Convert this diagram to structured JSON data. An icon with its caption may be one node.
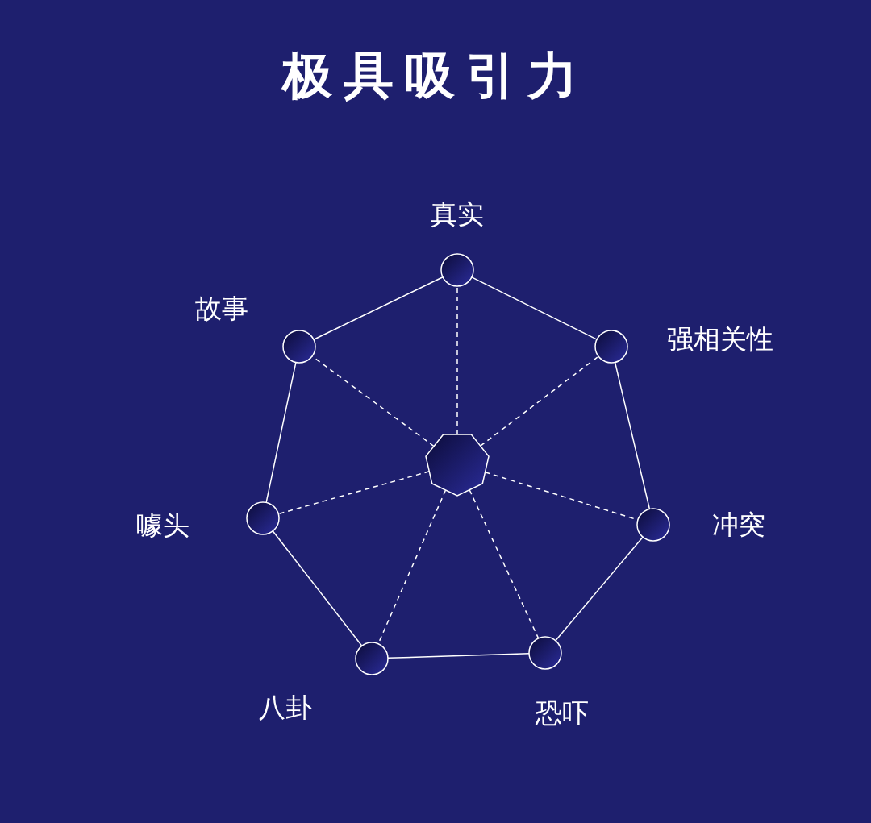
{
  "diagram": {
    "title": "极具吸引力",
    "nodes": [
      {
        "text": [],
        "shape": "circle",
        "beside": [
          "真实"
        ]
      },
      {
        "text": [],
        "shape": "circle",
        "beside": [
          "强相关性"
        ]
      },
      {
        "text": [],
        "shape": "circle",
        "beside": [
          "冲突"
        ]
      },
      {
        "text": [],
        "shape": "circle",
        "beside": [
          "恐吓"
        ]
      },
      {
        "text": [],
        "shape": "circle",
        "beside": [
          "八卦"
        ]
      },
      {
        "text": [],
        "shape": "circle",
        "beside": [
          "噱头"
        ]
      },
      {
        "text": [],
        "shape": "circle",
        "beside": [
          "故事"
        ]
      },
      {
        "text": [],
        "shape": "heptagon"
      }
    ],
    "edges": [
      {
        "from": 0,
        "to": 1,
        "arrow": "none"
      },
      {
        "from": 1,
        "to": 2,
        "arrow": "none"
      },
      {
        "from": 2,
        "to": 3,
        "arrow": "none"
      },
      {
        "from": 3,
        "to": 4,
        "arrow": "none"
      },
      {
        "from": 4,
        "to": 5,
        "arrow": "none"
      },
      {
        "from": 5,
        "to": 6,
        "arrow": "none"
      },
      {
        "from": 6,
        "to": 0,
        "arrow": "none"
      },
      {
        "from": 7,
        "to": 0,
        "arrow": "none",
        "style": "dashed"
      },
      {
        "from": 7,
        "to": 1,
        "arrow": "none",
        "style": "dashed"
      },
      {
        "from": 7,
        "to": 2,
        "arrow": "none",
        "style": "dashed"
      },
      {
        "from": 7,
        "to": 3,
        "arrow": "none",
        "style": "dashed"
      },
      {
        "from": 7,
        "to": 4,
        "arrow": "none",
        "style": "dashed"
      },
      {
        "from": 7,
        "to": 5,
        "arrow": "none",
        "style": "dashed"
      },
      {
        "from": 7,
        "to": 6,
        "arrow": "none",
        "style": "dashed"
      }
    ]
  }
}
